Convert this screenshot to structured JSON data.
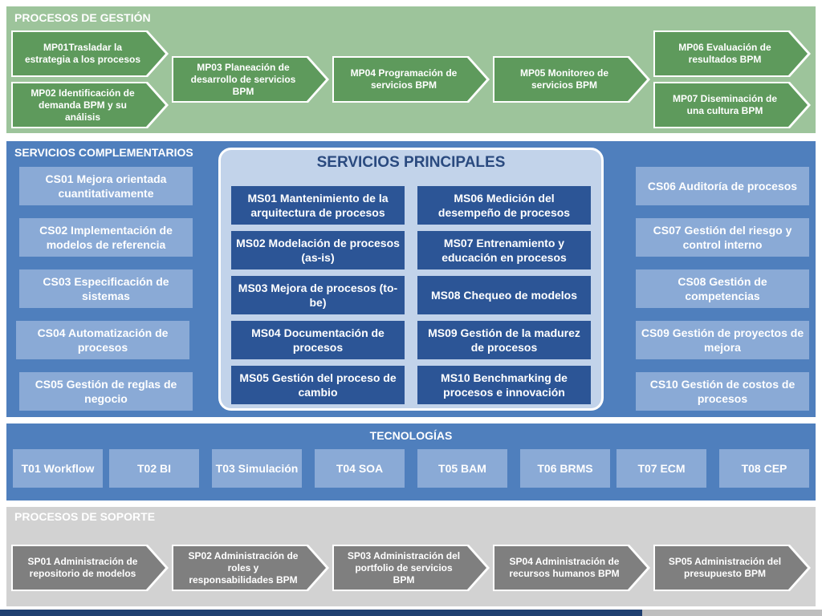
{
  "gestion": {
    "title": "PROCESOS DE GESTIÓN",
    "items": [
      "MP01Trasladar la estrategia a los procesos",
      "MP02 Identificación de demanda BPM y su análisis",
      "MP03 Planeación de desarrollo de servicios BPM",
      "MP04 Programación de servicios BPM",
      "MP05 Monitoreo de servicios BPM",
      "MP06 Evaluación de resultados BPM",
      "MP07 Diseminación de una cultura BPM"
    ]
  },
  "complementarios": {
    "title": "SERVICIOS COMPLEMENTARIOS",
    "items": [
      "CS01 Mejora orientada cuantitativamente",
      "CS02 Implementación de modelos de referencia",
      "CS03 Especificación de sistemas",
      "CS04 Automatización de procesos",
      "CS05 Gestión de reglas de negocio",
      "CS06 Auditoría de procesos",
      "CS07 Gestión del riesgo y control interno",
      "CS08 Gestión de competencias",
      "CS09 Gestión de proyectos de mejora",
      "CS10 Gestión de costos de procesos"
    ]
  },
  "principales": {
    "title": "SERVICIOS PRINCIPALES",
    "items": [
      "MS01 Mantenimiento de la arquitectura de procesos",
      "MS02 Modelación de procesos (as-is)",
      "MS03 Mejora de procesos (to-be)",
      "MS04 Documentación de procesos",
      "MS05 Gestión del proceso de cambio",
      "MS06 Medición del desempeño de procesos",
      "MS07 Entrenamiento y educación en procesos",
      "MS08 Chequeo de modelos",
      "MS09 Gestión de la madurez de procesos",
      "MS10 Benchmarking de procesos e innovación"
    ]
  },
  "tecnologias": {
    "title": "TECNOLOGÍAS",
    "items": [
      "T01 Workflow",
      "T02 BI",
      "T03 Simulación",
      "T04 SOA",
      "T05 BAM",
      "T06 BRMS",
      "T07 ECM",
      "T08 CEP"
    ]
  },
  "soporte": {
    "title": "PROCESOS DE SOPORTE",
    "items": [
      "SP01 Administración de repositorio de modelos",
      "SP02 Administración de roles y responsabilidades BPM",
      "SP03 Administración del portfolio de servicios BPM",
      "SP04 Administración de recursos humanos BPM",
      "SP05 Administración del presupuesto BPM"
    ]
  },
  "colors": {
    "gestion_band": "#9dc49b",
    "gestion_arrow": "#5e9a5c",
    "servicios_band": "#4f7fbd",
    "cs_box": "#8aaad6",
    "ms_box": "#2c5596",
    "soporte_band": "#d2d2d2",
    "soporte_arrow": "#7f7f7f"
  }
}
